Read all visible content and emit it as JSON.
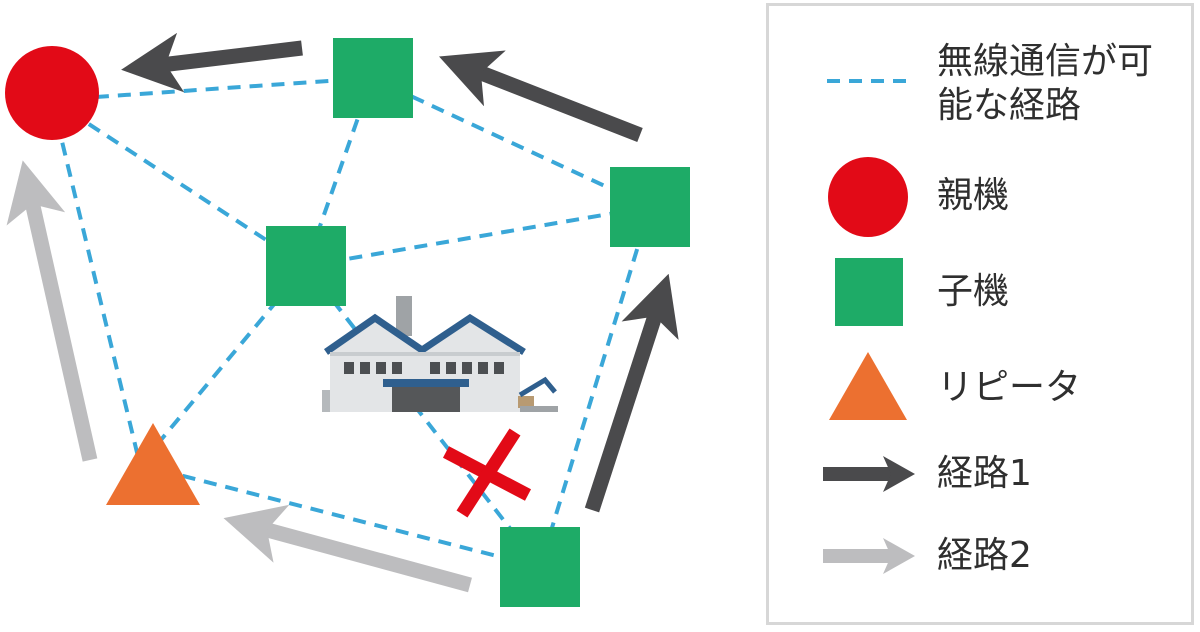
{
  "legend": {
    "wireless_path": "無線通信が可能な経路",
    "parent": "親機",
    "child": "子機",
    "repeater": "リピータ",
    "route1": "経路1",
    "route2": "経路2"
  },
  "colors": {
    "wireless": "#3aa7d8",
    "parent": "#e20a17",
    "child": "#1eab67",
    "repeater": "#ec7030",
    "route1": "#4a4a4c",
    "route2": "#bdbdbf",
    "blocked": "#e20a17"
  },
  "icons": {
    "factory": "factory-icon",
    "blocked": "cross-icon"
  }
}
